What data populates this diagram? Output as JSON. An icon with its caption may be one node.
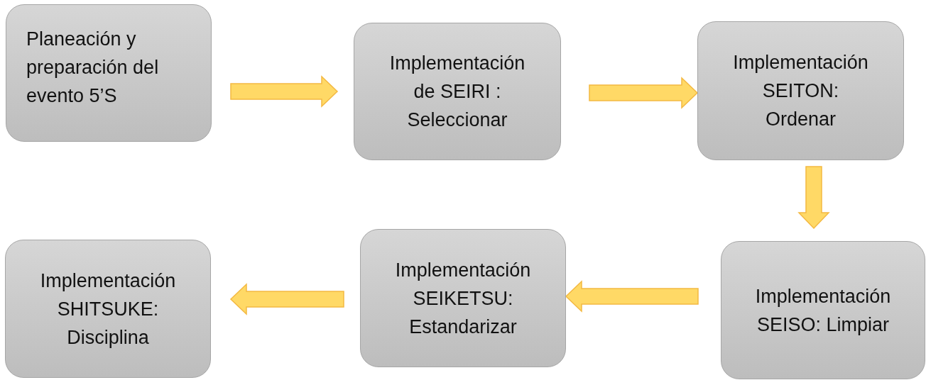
{
  "diagram": {
    "nodes": [
      {
        "text": [
          "Planeación y preparación del evento 5’S"
        ]
      },
      {
        "text": [
          "Implementación de SEIRI : Seleccionar"
        ]
      },
      {
        "text": [
          "Implementación SEITON: Ordenar"
        ]
      },
      {
        "text": [
          "Implementación SEISO: Limpiar"
        ]
      },
      {
        "text": [
          "Implementación SEIKETSU: Estandarizar"
        ]
      },
      {
        "text": [
          "Implementación SHITSUKE: Disciplina"
        ]
      }
    ],
    "edges": [
      {
        "from": 0,
        "to": 1,
        "arrow": "to"
      },
      {
        "from": 1,
        "to": 2,
        "arrow": "to"
      },
      {
        "from": 2,
        "to": 3,
        "arrow": "to"
      },
      {
        "from": 3,
        "to": 4,
        "arrow": "to"
      },
      {
        "from": 4,
        "to": 5,
        "arrow": "to"
      }
    ]
  }
}
